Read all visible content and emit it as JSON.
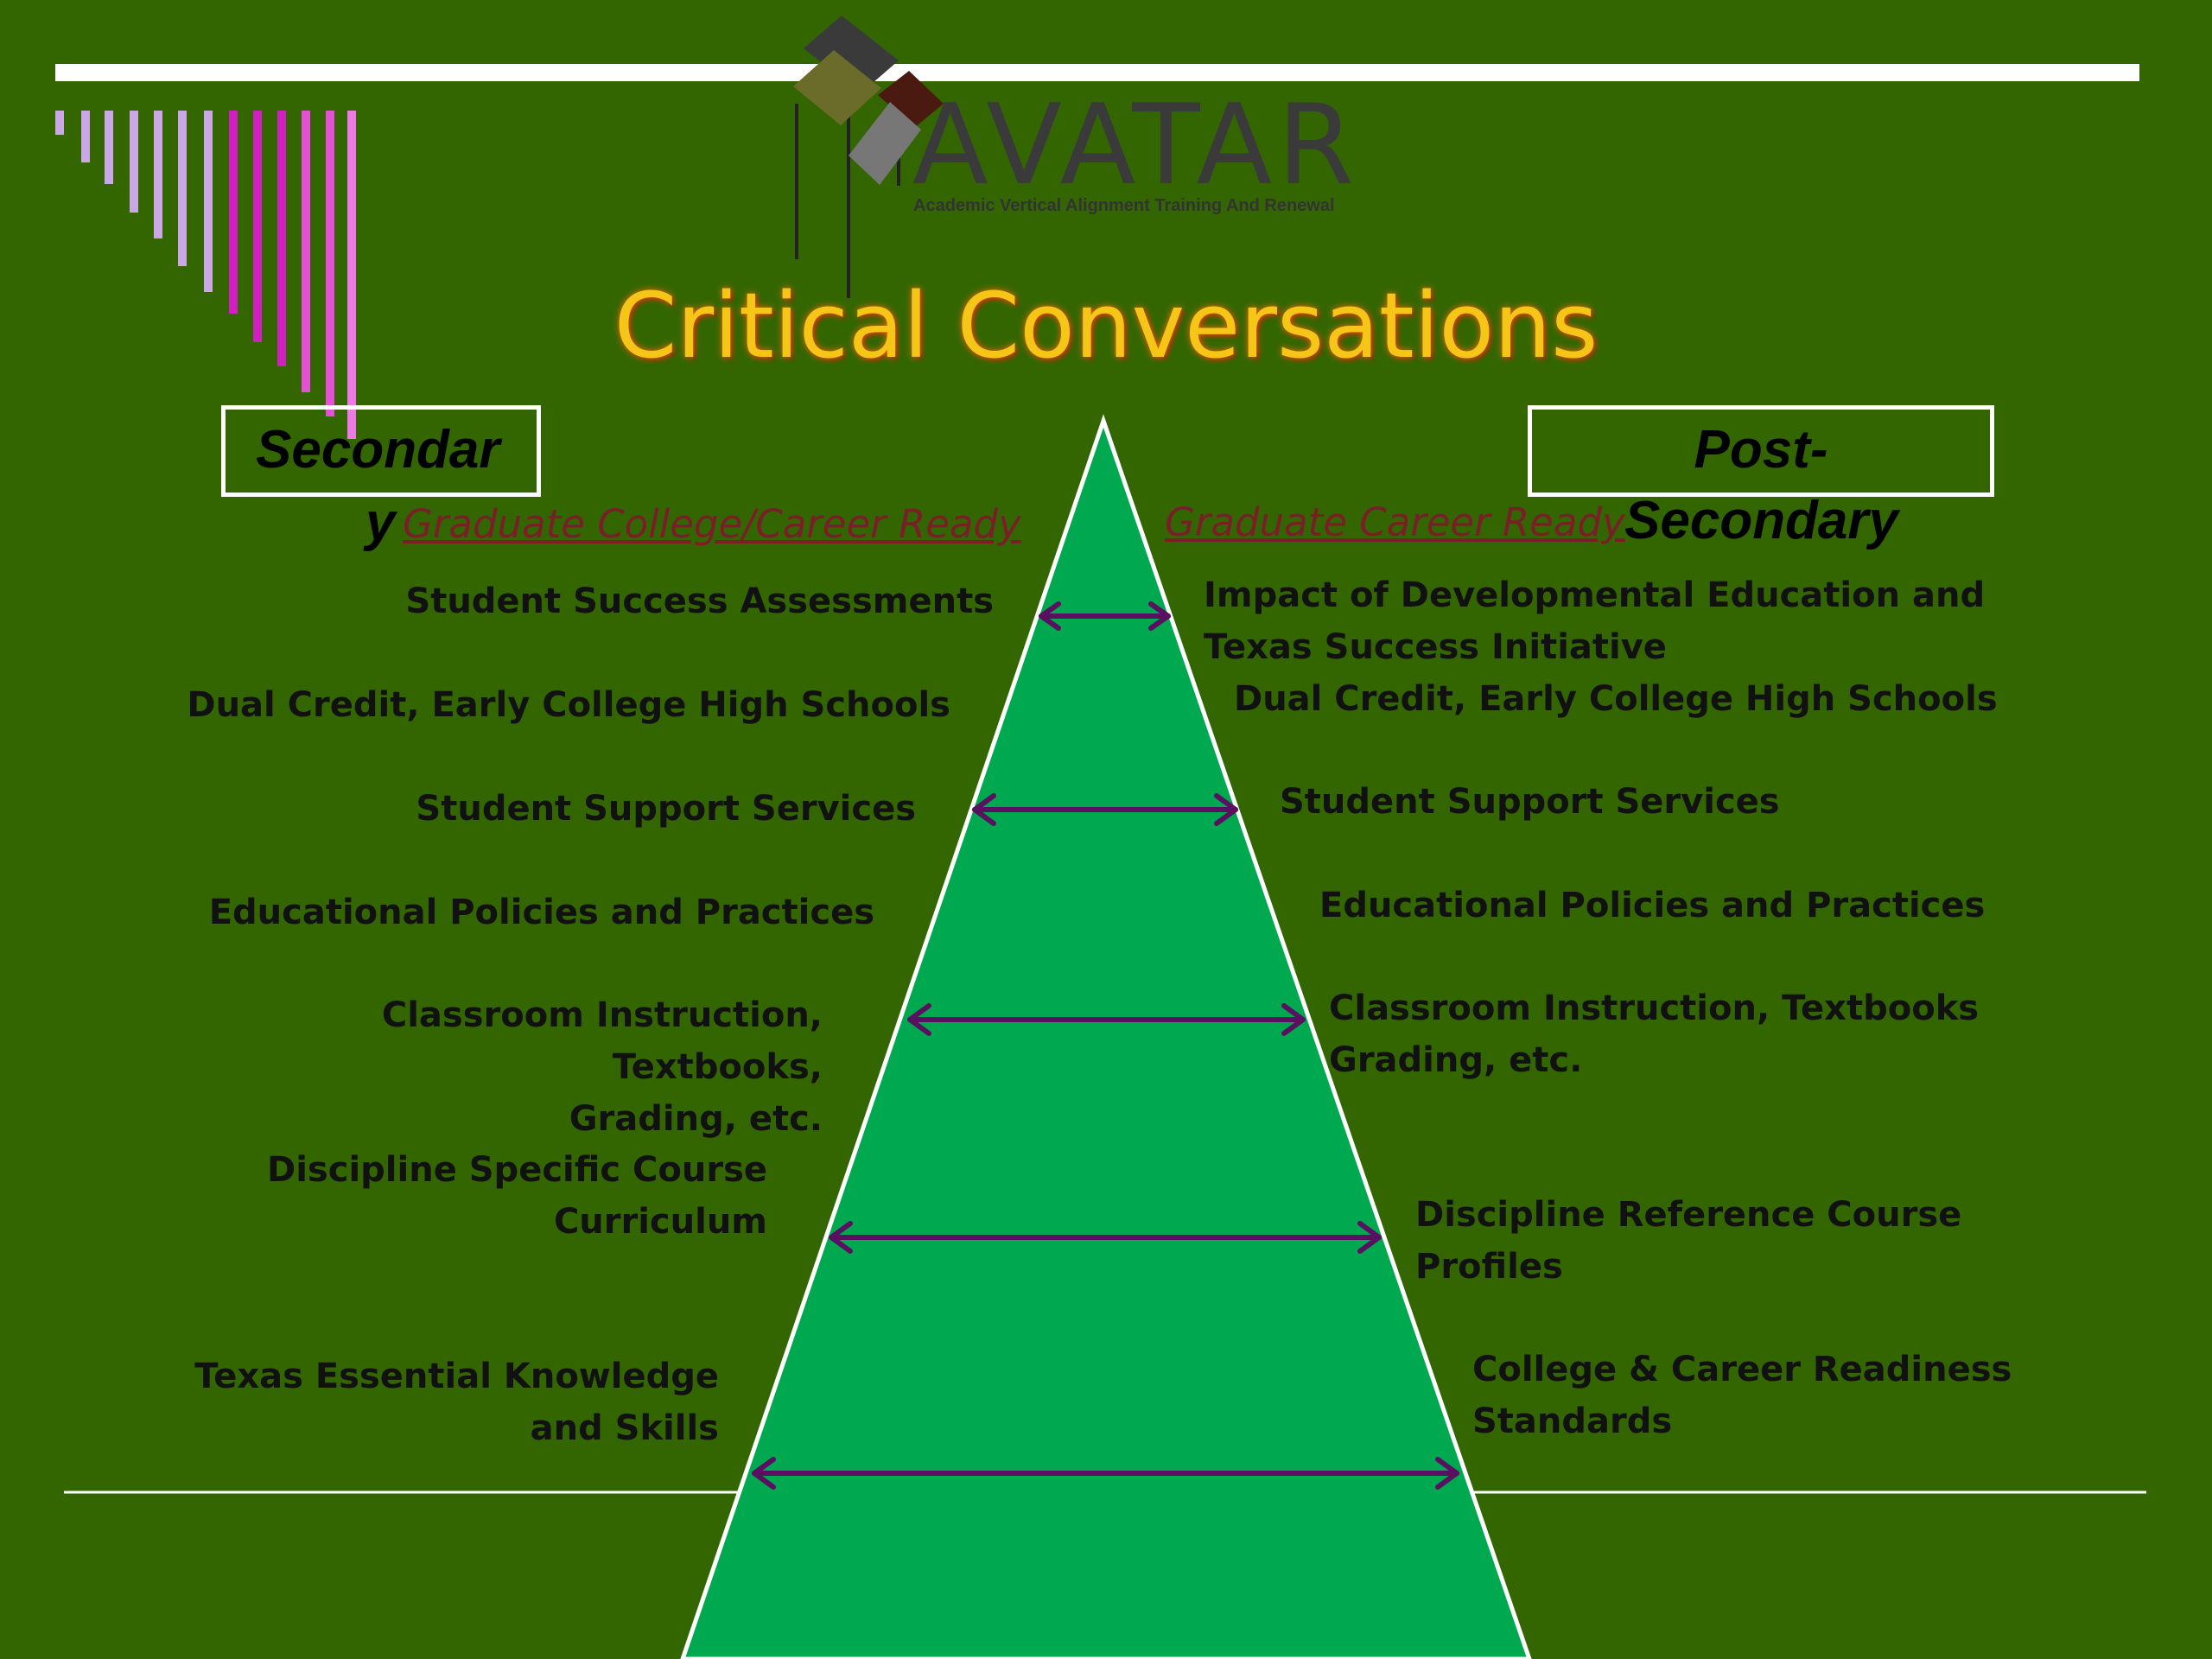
{
  "logo": {
    "name": "AVATAR",
    "tagline": "Academic Vertical Alignment Training And Renewal"
  },
  "title": "Critical Conversations",
  "left": {
    "box_title": "Secondar",
    "box_title_overflow": "y",
    "heading": "Graduate College/Career Ready",
    "items": [
      "Student Success Assessments",
      "Dual Credit, Early College High Schools",
      "Student Support Services",
      "Educational Policies and Practices",
      "Classroom Instruction, Textbooks,\nGrading, etc.",
      "Discipline Specific Course\nCurriculum",
      "Texas Essential Knowledge\nand Skills"
    ]
  },
  "right": {
    "box_title": "Post-",
    "box_title_overflow": "Secondary",
    "heading": "Graduate Career Ready",
    "items": [
      "Impact of Developmental Education and\n   Texas Success Initiative",
      "Dual Credit, Early College High Schools",
      "Student Support Services",
      "Educational Policies and Practices",
      "Classroom Instruction, Textbooks\nGrading, etc.",
      "Discipline Reference Course\n   Profiles",
      "College & Career Readiness\n   Standards"
    ]
  },
  "colors": {
    "background": "#336600",
    "pyramid": "#00a94f",
    "arrow": "#5a1060",
    "title": "#f5c518",
    "heading": "#7a1e2a"
  },
  "icons": {
    "logo_mark": "diamond-tiles-icon",
    "corner_decoration": "vertical-bars-decoration",
    "connector": "double-arrow-icon"
  }
}
